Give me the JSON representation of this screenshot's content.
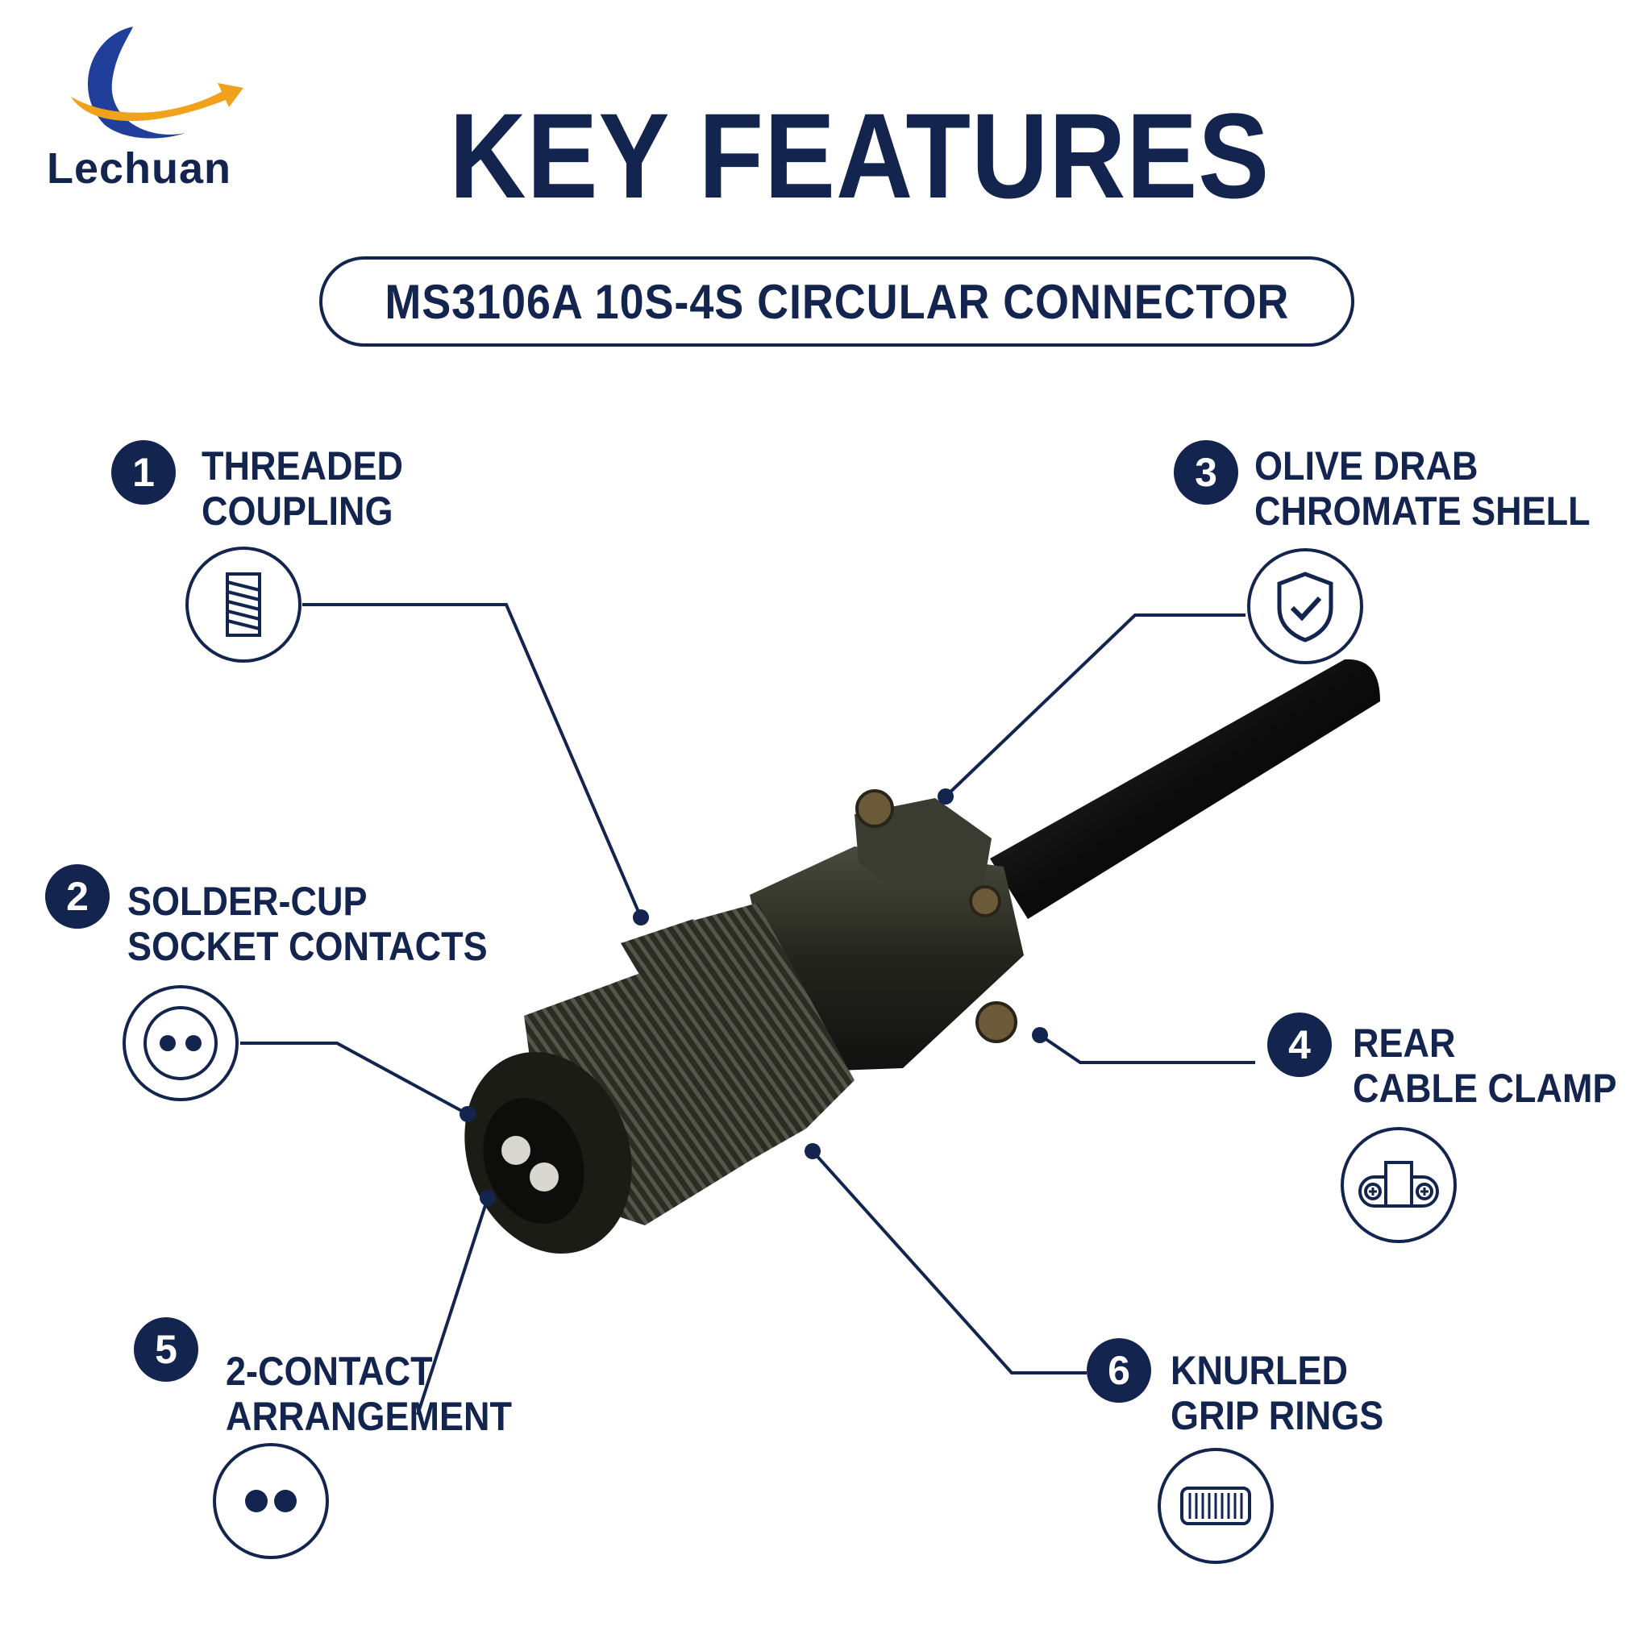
{
  "brand": {
    "name": "Lechuan",
    "colors": {
      "crescent": "#1f3f9a",
      "swoosh": "#f0a21c",
      "text": "#13244f"
    }
  },
  "header": {
    "title": "KEY FEATURES",
    "subtitle": "MS3106A 10S-4S CIRCULAR CONNECTOR"
  },
  "theme": {
    "primary": "#13244f",
    "background": "#ffffff",
    "connector_body": "#2a2c22",
    "cable": "#0c0c0c"
  },
  "features": [
    {
      "number": "1",
      "line1": "THREADED",
      "line2": "COUPLING",
      "icon": "thread-icon"
    },
    {
      "number": "2",
      "line1": "SOLDER-CUP",
      "line2": "SOCKET CONTACTS",
      "icon": "two-socket-icon"
    },
    {
      "number": "3",
      "line1": "OLIVE DRAB",
      "line2": "CHROMATE SHELL",
      "icon": "shield-check-icon"
    },
    {
      "number": "4",
      "line1": "REAR",
      "line2": "CABLE CLAMP",
      "icon": "cable-clamp-icon"
    },
    {
      "number": "5",
      "line1": "2-CONTACT",
      "line2": "ARRANGEMENT",
      "icon": "two-dots-icon"
    },
    {
      "number": "6",
      "line1": "KNURLED",
      "line2": "GRIP RINGS",
      "icon": "knurled-ring-icon"
    }
  ]
}
